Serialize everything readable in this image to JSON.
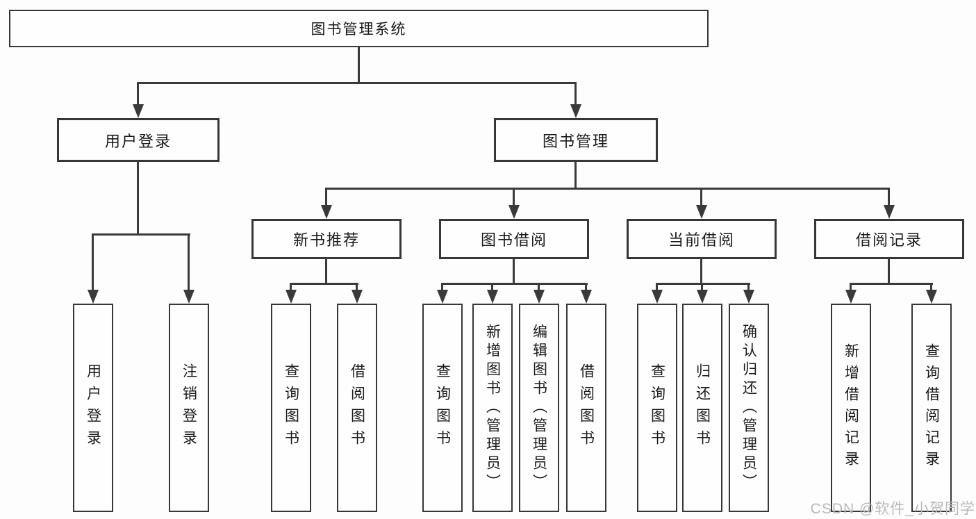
{
  "root": {
    "label": "图书管理系统"
  },
  "branches": {
    "login": {
      "label": "用户登录",
      "children": [
        {
          "label": "用户登录"
        },
        {
          "label": "注销登录"
        }
      ]
    },
    "management": {
      "label": "图书管理",
      "children": [
        {
          "label": "新书推荐",
          "children": [
            {
              "label": "查询图书"
            },
            {
              "label": "借阅图书"
            }
          ]
        },
        {
          "label": "图书借阅",
          "children": [
            {
              "label": "查询图书"
            },
            {
              "label": "新增图书（管理员）"
            },
            {
              "label": "编辑图书（管理员）"
            },
            {
              "label": "借阅图书"
            }
          ]
        },
        {
          "label": "当前借阅",
          "children": [
            {
              "label": "查询图书"
            },
            {
              "label": "归还图书"
            },
            {
              "label": "确认归还（管理员）"
            }
          ]
        },
        {
          "label": "借阅记录",
          "children": [
            {
              "label": "新增借阅记录"
            },
            {
              "label": "查询借阅记录"
            }
          ]
        }
      ]
    }
  },
  "watermark": {
    "text": "CSDN @软件_小贺同学"
  },
  "colors": {
    "line": "#3a3a3a",
    "box_border": "#373737",
    "text": "#1a1a1a",
    "watermark": "#b9b9b9",
    "background": "#fdfdfd"
  }
}
